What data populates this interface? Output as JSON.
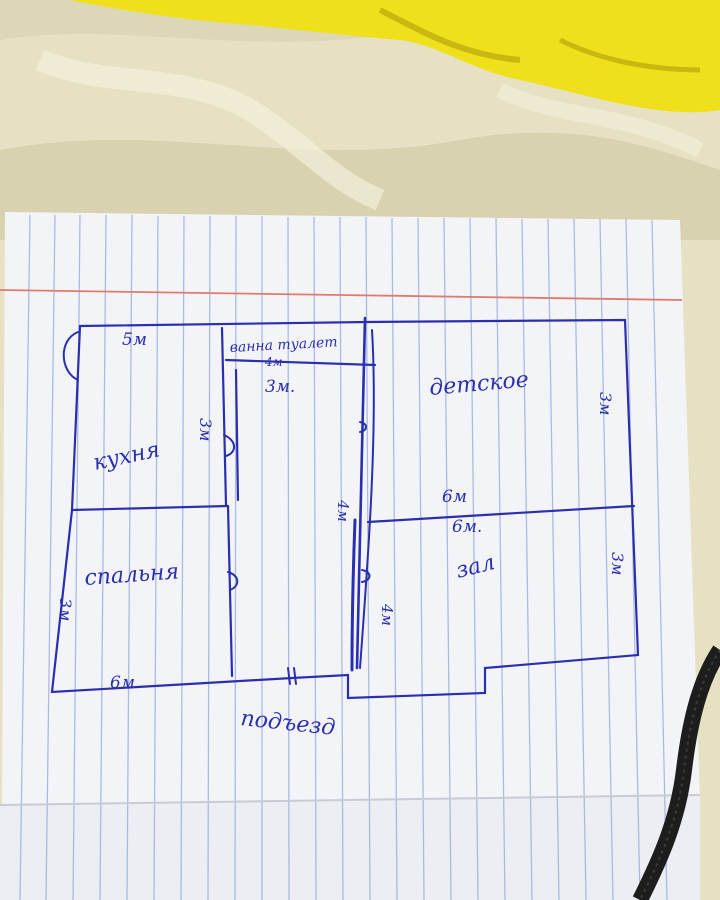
{
  "photo": {
    "subject": "hand-drawn apartment floor plan on lined paper",
    "colors": {
      "ink": "#2a2fb0",
      "paper": "#f3f4f7",
      "rule_line": "#9fb2dc",
      "margin_line": "#e07a6e",
      "fabric": "#e6e1c3",
      "yellow_fabric": "#f0e01c",
      "cable": "#1d1d1d"
    }
  },
  "plan": {
    "labels": {
      "dim_top_left": "5м",
      "bath_toilet": "ванна туалет",
      "dim_small_top": "4м",
      "dim_corridor_top": "3м.",
      "nursery": "детское",
      "dim_right_upper": "3м",
      "kitchen": "кухня",
      "dim_kitchen_right": "3м",
      "dim_mid_wall": "4м",
      "dim_nursery_bottom": "6м",
      "dim_hall_top": "6м.",
      "bedroom": "спальня",
      "living_room": "зал",
      "dim_right_lower": "3м",
      "dim_left_lower": "3м",
      "dim_mid_lower": "4м",
      "dim_bottom_left": "6м",
      "entrance": "подъезд"
    }
  }
}
